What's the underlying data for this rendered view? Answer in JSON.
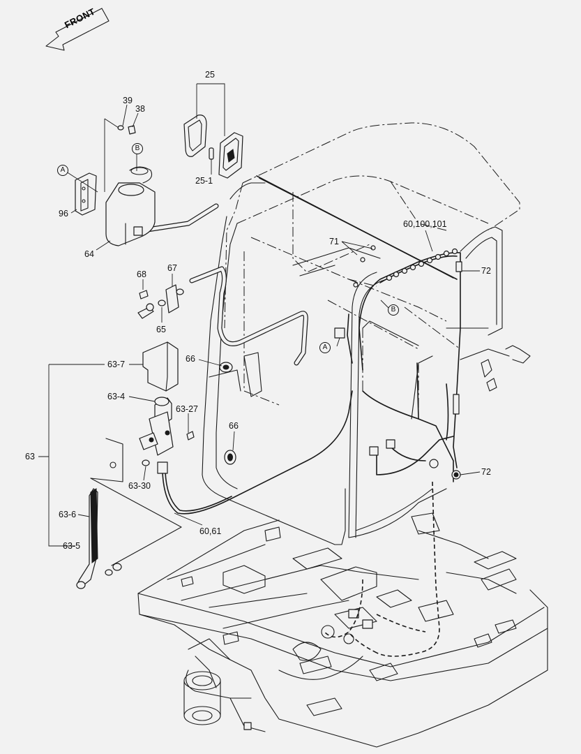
{
  "direction_label": "FRONT",
  "callouts": {
    "c25": "25",
    "c25_1": "25-1",
    "c39": "39",
    "c38": "38",
    "c96": "96",
    "c64": "64",
    "c68": "68",
    "c67": "67",
    "c65": "65",
    "c66a": "66",
    "c66b": "66",
    "c63_7": "63-7",
    "c63_4": "63-4",
    "c63_27": "63-27",
    "c63": "63",
    "c63_30": "63-30",
    "c63_6": "63-6",
    "c63_5": "63-5",
    "c60_61": "60,61",
    "c71": "71",
    "c60_100_101": "60,100,101",
    "c72a": "72",
    "c72b": "72"
  },
  "reference_marks": {
    "a1": "A",
    "a2": "A",
    "b1": "B",
    "b2": "B"
  }
}
